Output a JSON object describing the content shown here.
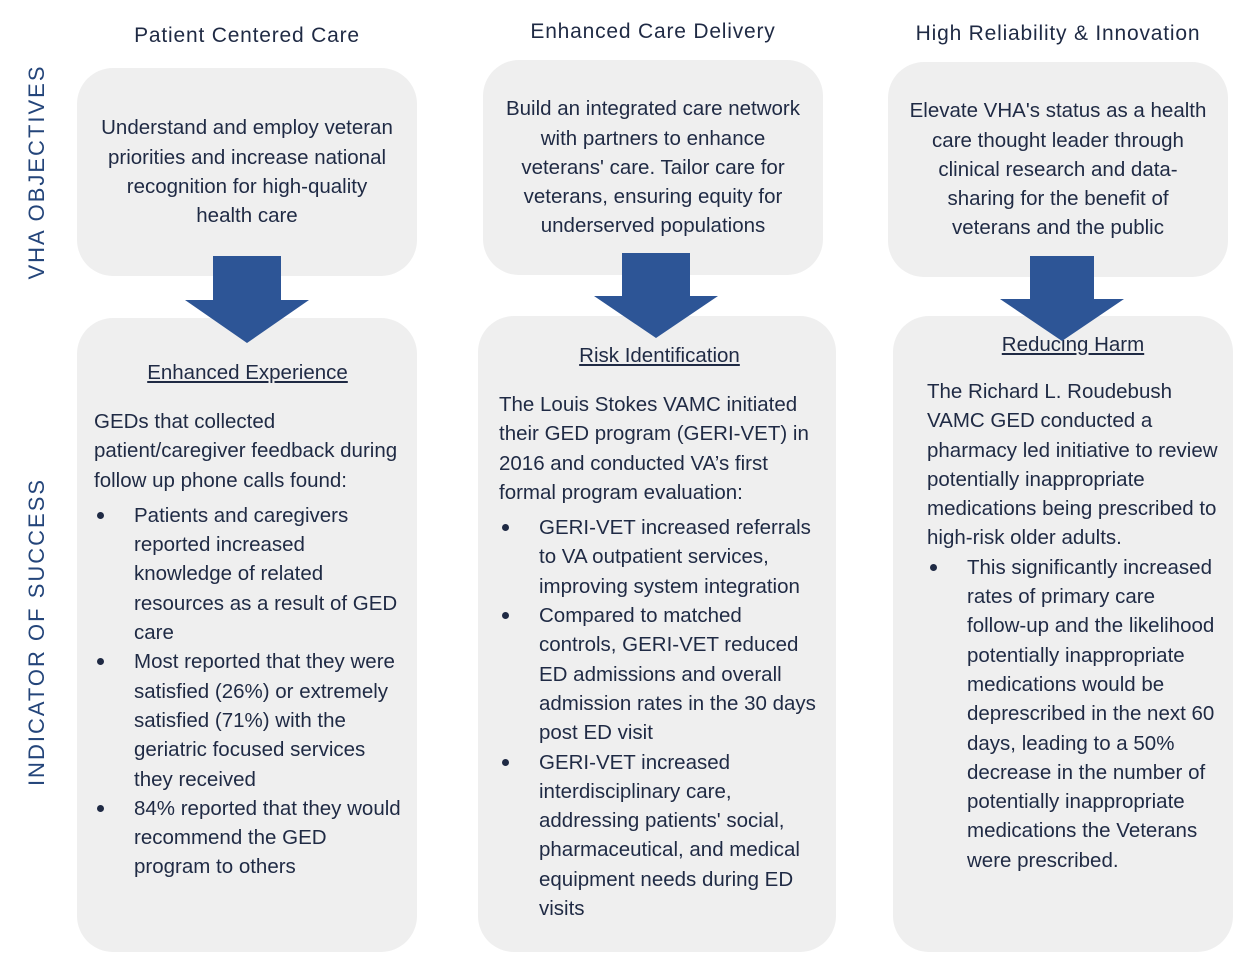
{
  "side_labels": {
    "objectives": "VHA OBJECTIVES",
    "indicators": "INDICATOR OF SUCCESS"
  },
  "columns": [
    {
      "header": "Patient Centered Care",
      "objective": "Understand and employ veteran priorities and increase national recognition for high-quality health care",
      "indicator_title": "Enhanced Experience",
      "indicator_intro": "GEDs that collected patient/caregiver feedback during follow up phone calls found:",
      "bullets": [
        "Patients and caregivers reported increased knowledge of related resources as a result of GED care",
        "Most reported that they were satisfied (26%) or extremely satisfied (71%) with the geriatric focused services they received",
        "84% reported that they would recommend the GED program to others"
      ]
    },
    {
      "header": "Enhanced Care Delivery",
      "objective": "Build an integrated care network with partners to enhance veterans' care. Tailor care for veterans, ensuring equity for underserved populations",
      "indicator_title": "Risk Identification",
      "indicator_intro": "The Louis Stokes VAMC initiated their GED program (GERI-VET) in 2016 and conducted VA’s first formal program evaluation:",
      "bullets": [
        "GERI-VET increased referrals to VA outpatient services, improving system integration",
        "Compared to matched controls, GERI-VET reduced ED admissions and overall admission rates in the 30 days post ED visit",
        "GERI-VET increased interdisciplinary care, addressing patients' social, pharmaceutical, and medical equipment needs during ED visits"
      ]
    },
    {
      "header": "High Reliability & Innovation",
      "objective": "Elevate VHA's status as a health care thought leader through clinical research and data-sharing for the benefit of veterans and the public",
      "indicator_title": "Reducing Harm",
      "indicator_intro": "The Richard L. Roudebush VAMC GED conducted a pharmacy led initiative to review potentially inappropriate medications being prescribed to high-risk older adults.",
      "bullets": [
        "This significantly increased rates of primary care follow-up and the likelihood potentially inappropriate medications would be deprescribed in the next 60 days, leading to a 50% decrease in the number of potentially inappropriate medications the Veterans were prescribed."
      ]
    }
  ]
}
